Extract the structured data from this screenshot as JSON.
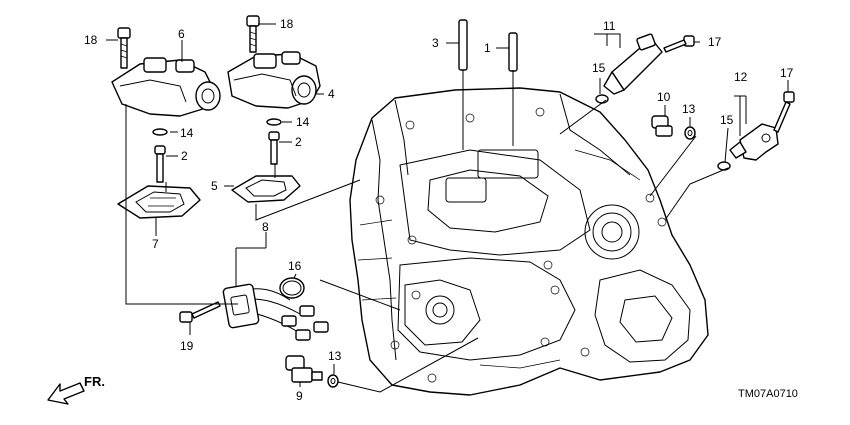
{
  "diagram_code": "TM07A0710",
  "direction_label": "FR.",
  "callouts": {
    "c1": "1",
    "c2a": "2",
    "c2b": "2",
    "c3": "3",
    "c4": "4",
    "c5": "5",
    "c6": "6",
    "c7": "7",
    "c8": "8",
    "c9": "9",
    "c10": "10",
    "c11": "11",
    "c12": "12",
    "c13a": "13",
    "c13b": "13",
    "c14a": "14",
    "c14b": "14",
    "c15a": "15",
    "c15b": "15",
    "c16": "16",
    "c17a": "17",
    "c17b": "17",
    "c18a": "18",
    "c18b": "18",
    "c19": "19"
  }
}
